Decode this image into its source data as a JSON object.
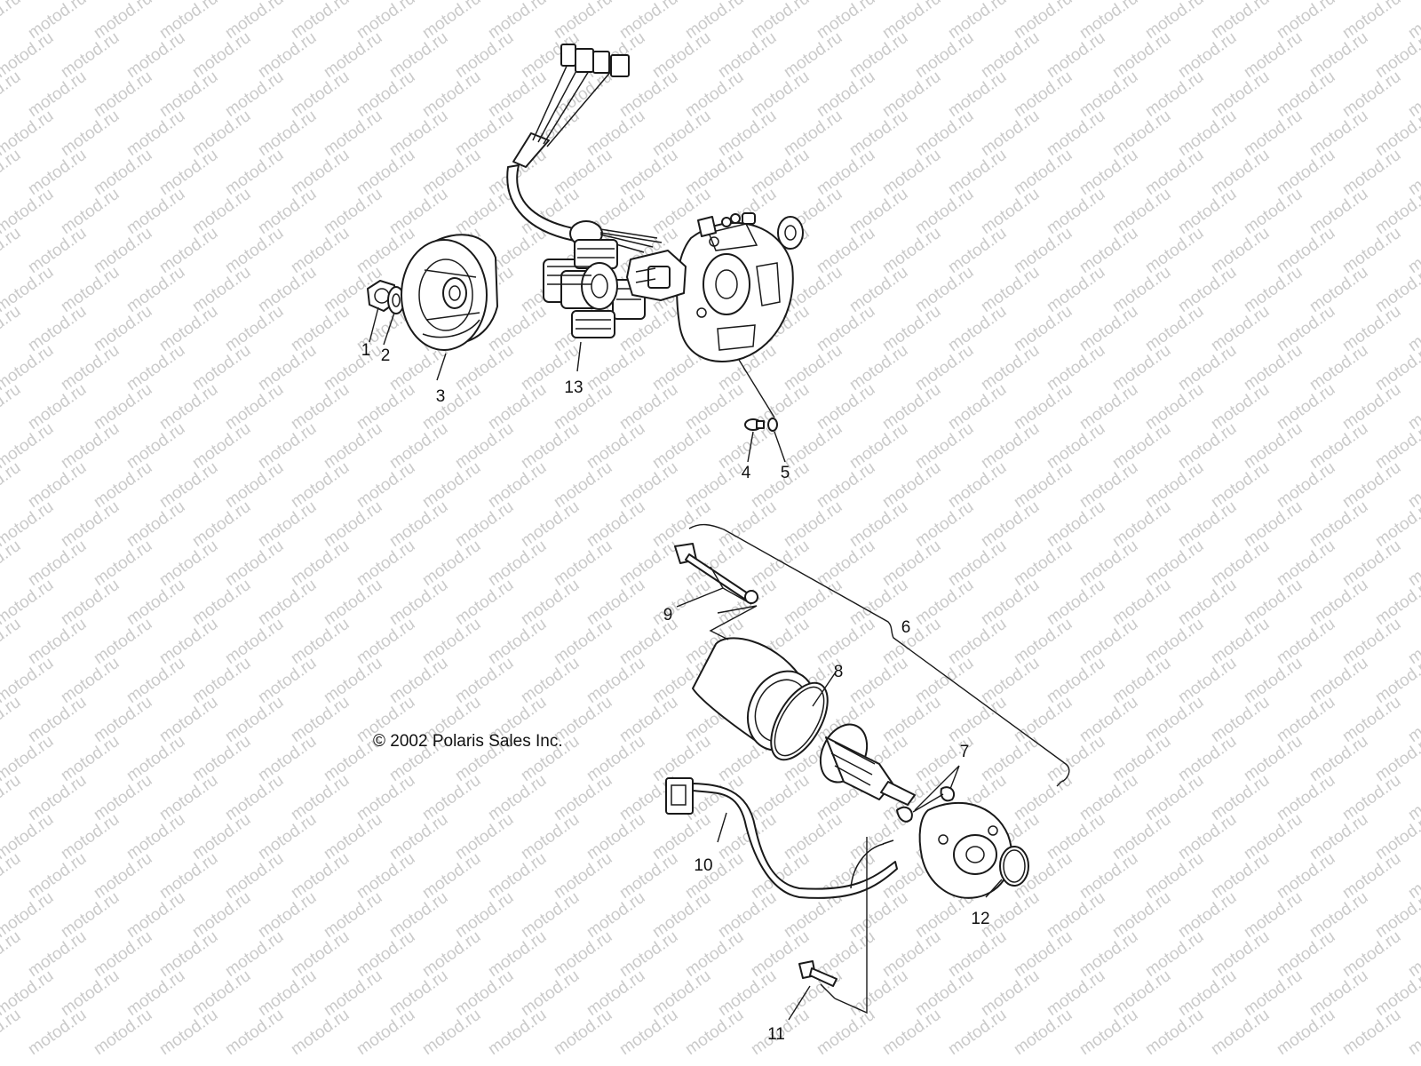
{
  "watermark": "motod.ru",
  "copyright": "© 2002 Polaris Sales Inc.",
  "callouts": {
    "c1": "1",
    "c2": "2",
    "c3": "3",
    "c4": "4",
    "c5": "5",
    "c6": "6",
    "c7": "7",
    "c8": "8",
    "c9": "9",
    "c10": "10",
    "c11": "11",
    "c12": "12",
    "c13": "13"
  }
}
